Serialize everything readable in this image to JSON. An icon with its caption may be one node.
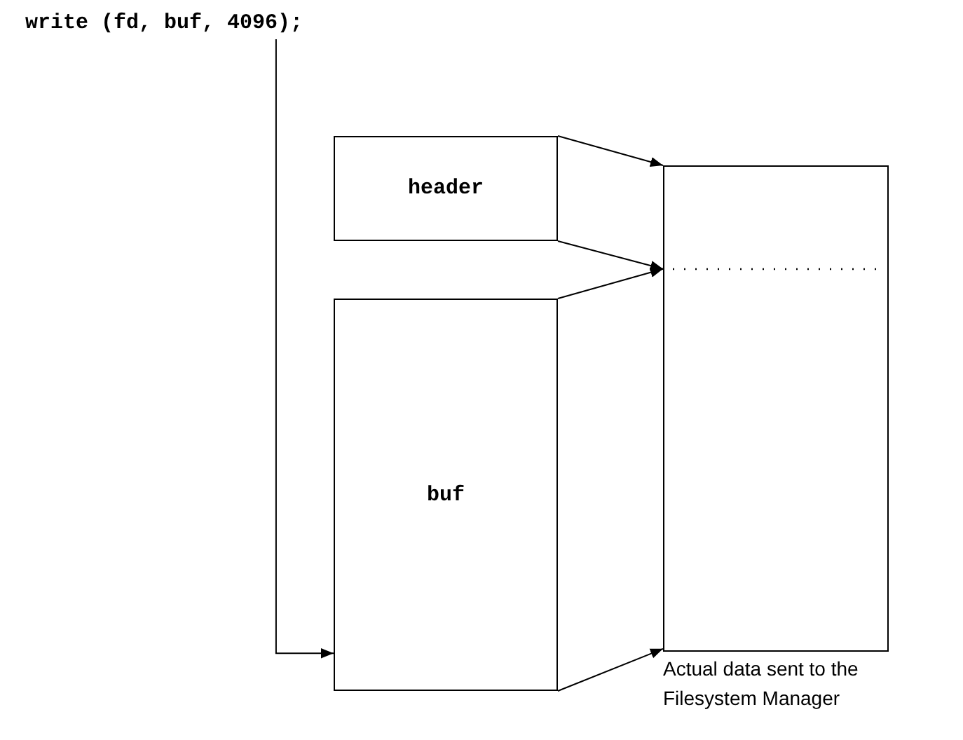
{
  "diagram": {
    "nodes": [
      {
        "text": [
          "write (fd, buf, 4096);"
        ]
      },
      {
        "text": [
          "header"
        ]
      },
      {
        "text": [
          "buf"
        ]
      },
      {
        "text": [],
        "shape": "box",
        "beside": [
          "Actual data sent to the Filesystem Manager"
        ]
      }
    ],
    "edges": [
      {
        "from": 0,
        "to": 2,
        "arrow": "to"
      },
      {
        "from": 1,
        "to": 3,
        "arrow": "to"
      },
      {
        "from": 1,
        "to": 3,
        "arrow": "to"
      },
      {
        "from": 2,
        "to": 3,
        "arrow": "to"
      },
      {
        "from": 2,
        "to": 3,
        "arrow": "to"
      }
    ]
  }
}
